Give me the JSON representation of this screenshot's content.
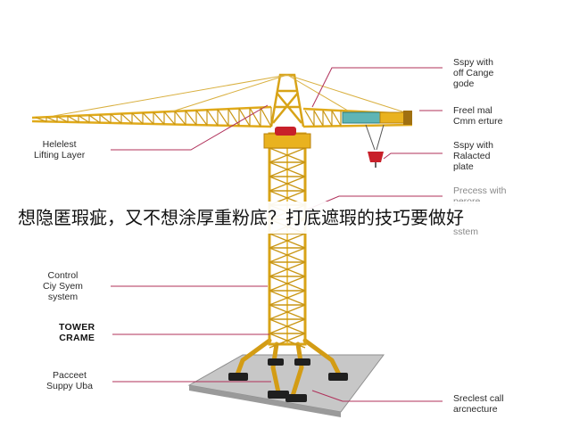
{
  "overlay_title": "想隐匿瑕疵，又不想涂厚重粉底？打底遮瑕的技巧要做好",
  "labels": {
    "left": {
      "lifting_layer": [
        "Helelest",
        "Lifting Layer"
      ],
      "control": [
        "Control",
        "Ciy Syem",
        "system"
      ],
      "tower_crane": [
        "TOWER",
        "CRAME"
      ],
      "support": [
        "Pacceet",
        "Suppy Uba"
      ]
    },
    "right": {
      "spray_off": [
        "Sspy with",
        "off Cange",
        "gode"
      ],
      "freel_cam": [
        "Freel mal",
        "Cmm erture"
      ],
      "spray_plate": [
        "Sspy with",
        "Ralacted",
        "plate"
      ],
      "process": [
        "Precess with",
        "perore",
        "sstem"
      ],
      "steel_cell": [
        "Sreclest call",
        "arcnecture"
      ]
    }
  },
  "colors": {
    "crane_yellow": "#e9b21f",
    "crane_dark": "#b9820c",
    "leader_line": "#b0305a",
    "hook_red": "#c8202a",
    "cabin_teal": "#5fb5b5",
    "base_gray": "#9a9a9a"
  }
}
